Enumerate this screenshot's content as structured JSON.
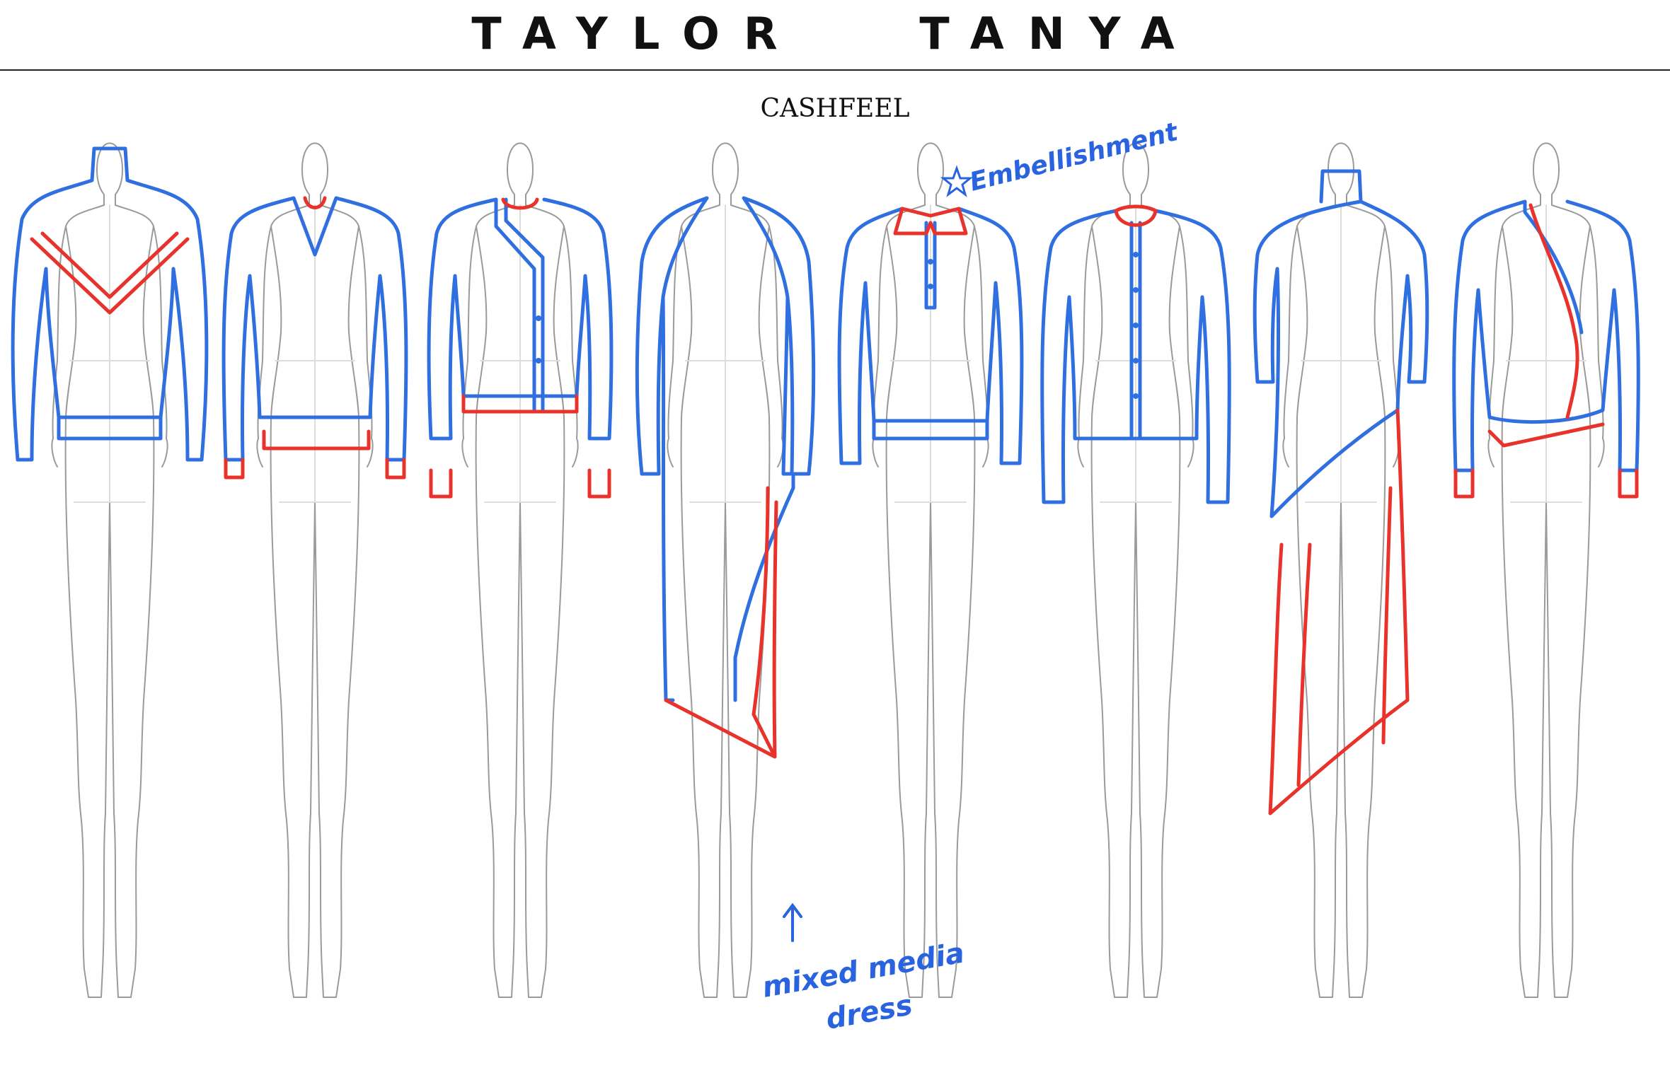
{
  "header": {
    "brand": "TAYLOR   TANYA",
    "collection": "CASHFEEL"
  },
  "colors": {
    "figure": "#9a9a9a",
    "main": "#2f6fe0",
    "accent": "#e8322c",
    "note": "#2a63e0"
  },
  "annotations": {
    "embellishment": "Embellishment",
    "mixed_media_line1": "mixed media",
    "mixed_media_line2": "dress"
  },
  "looks": [
    {
      "style": "turtleneck sweater with chevron stripe"
    },
    {
      "style": "v-neck sweater with contrast hem"
    },
    {
      "style": "cropped wrap cardigan"
    },
    {
      "style": "raglan mixed media dress"
    },
    {
      "style": "polo sweater with embellished collar"
    },
    {
      "style": "button cardigan with embellished neck"
    },
    {
      "style": "asymmetric turtleneck dress"
    },
    {
      "style": "asymmetric wrap cardigan"
    }
  ]
}
